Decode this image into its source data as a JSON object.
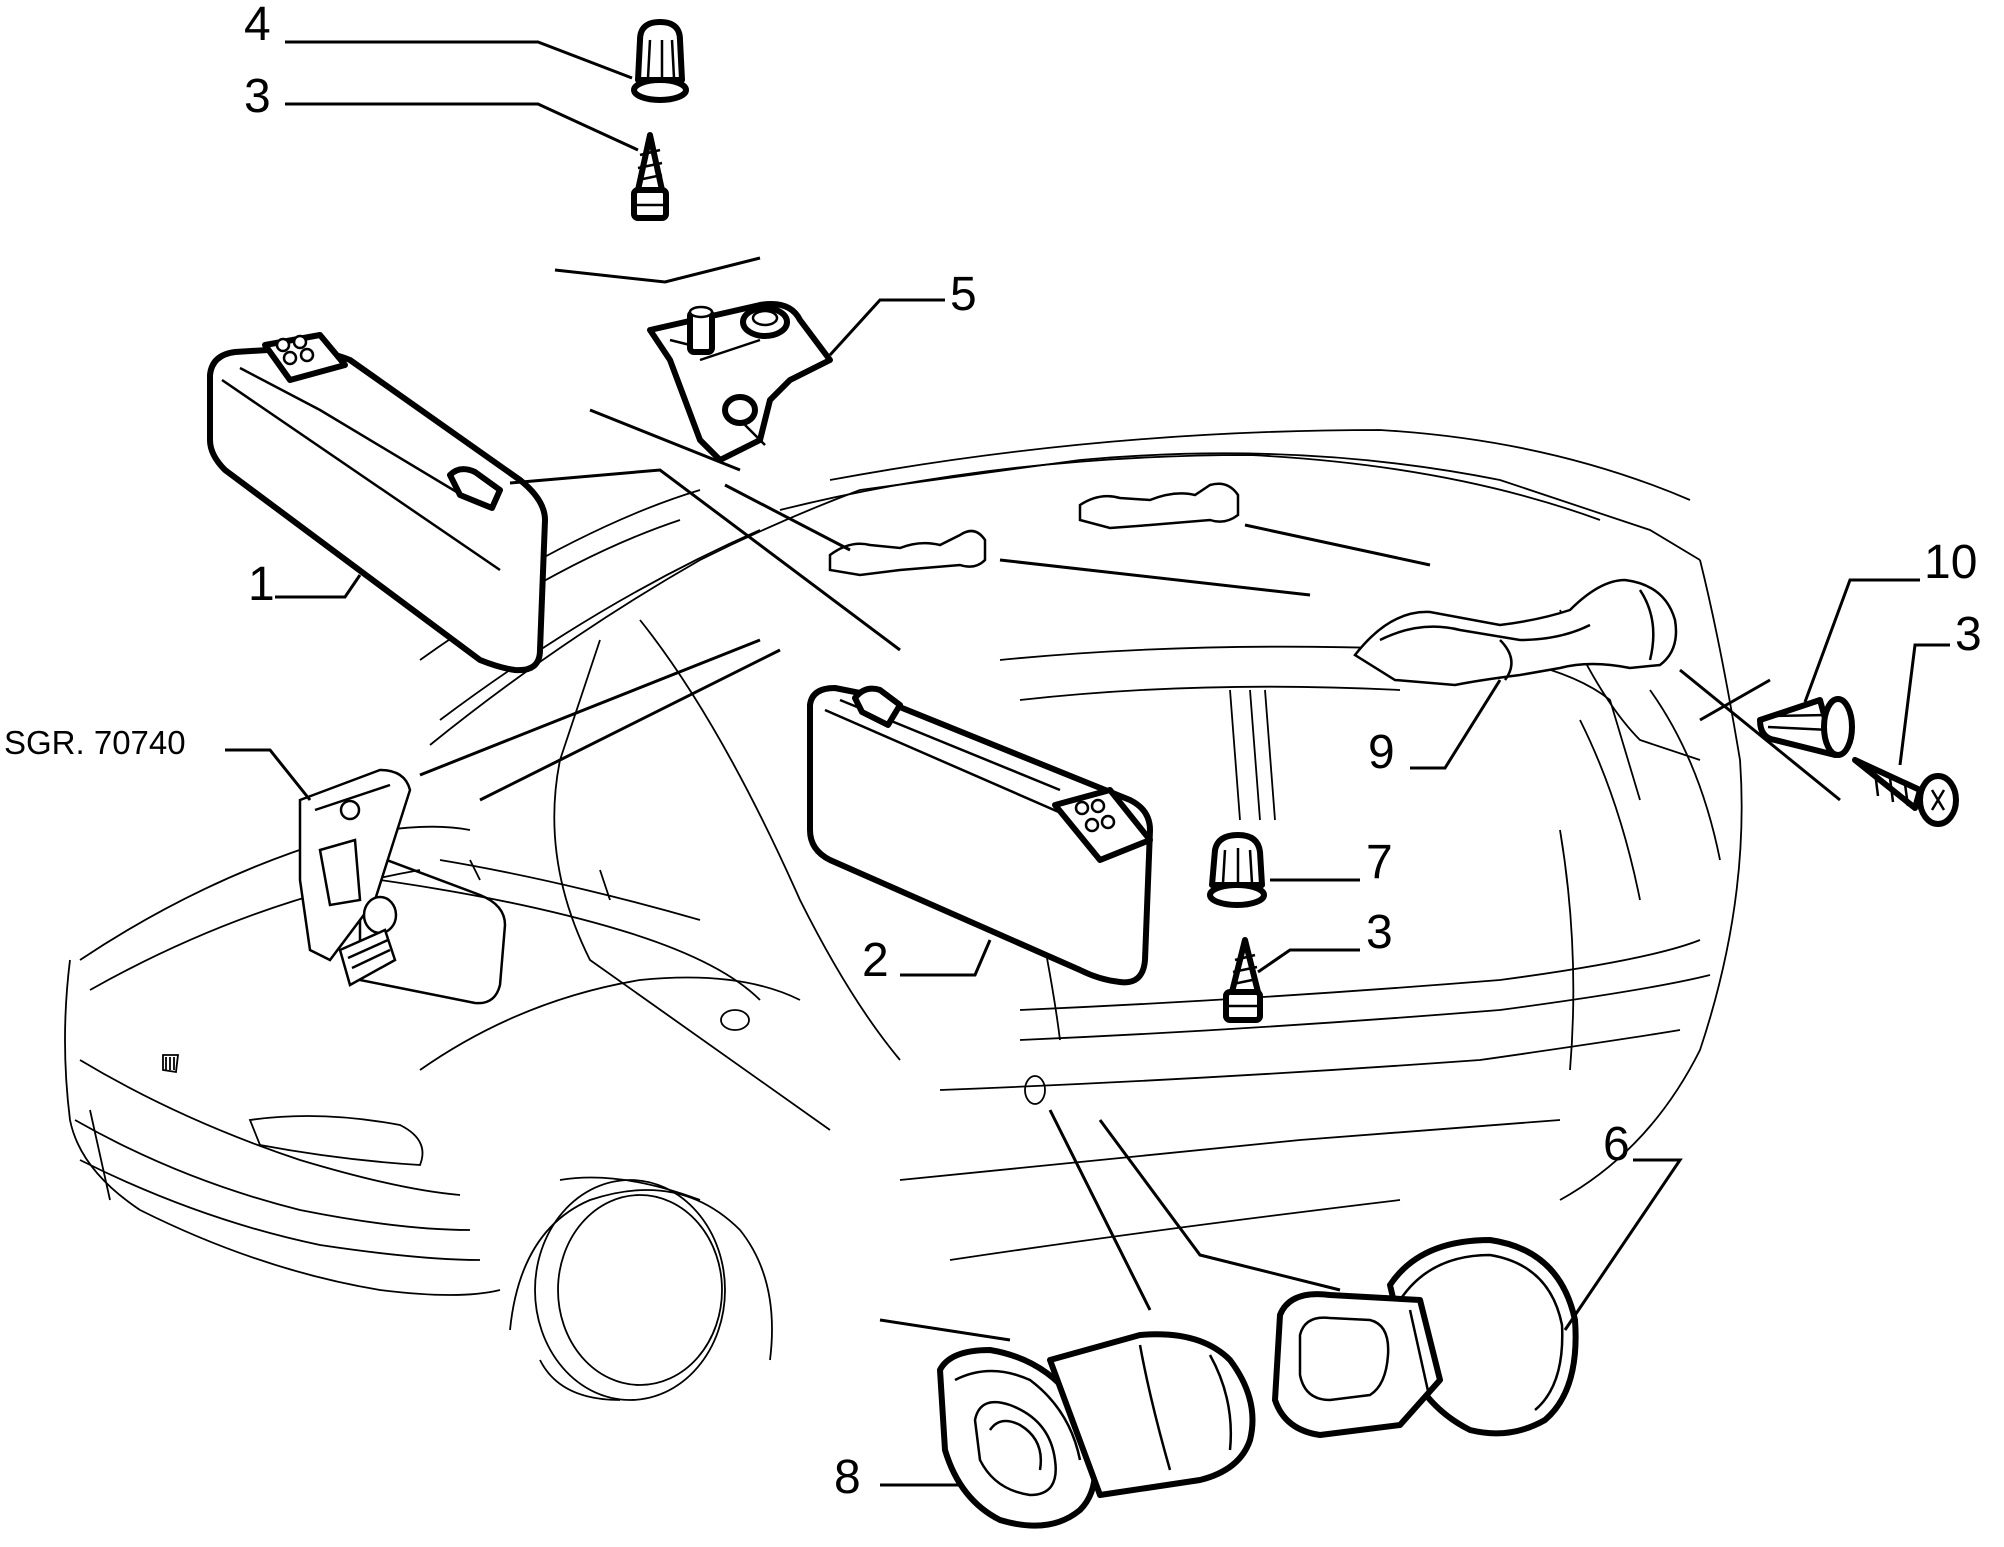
{
  "diagram": {
    "reference_code": "SGR. 70740",
    "callouts": [
      {
        "id": "c1",
        "label": "1"
      },
      {
        "id": "c2",
        "label": "2"
      },
      {
        "id": "c3a",
        "label": "3"
      },
      {
        "id": "c3b",
        "label": "3"
      },
      {
        "id": "c3c",
        "label": "3"
      },
      {
        "id": "c4",
        "label": "4"
      },
      {
        "id": "c5",
        "label": "5"
      },
      {
        "id": "c6",
        "label": "6"
      },
      {
        "id": "c7",
        "label": "7"
      },
      {
        "id": "c8",
        "label": "8"
      },
      {
        "id": "c9",
        "label": "9"
      },
      {
        "id": "c10",
        "label": "10"
      }
    ]
  }
}
